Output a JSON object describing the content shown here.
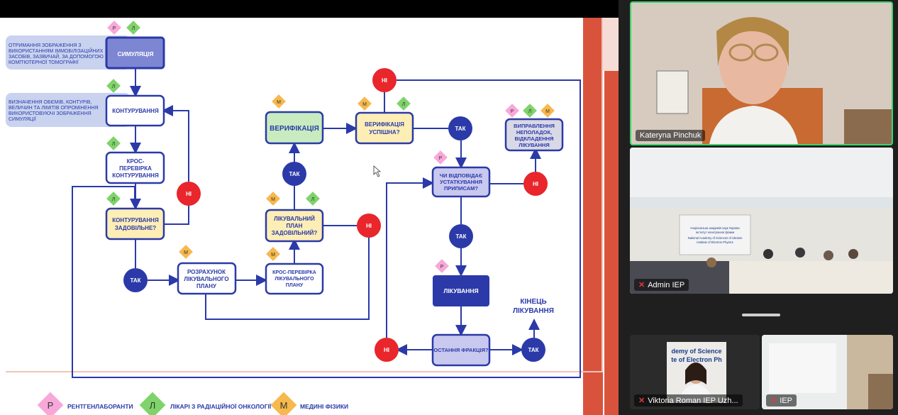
{
  "roles": {
    "p": "Р",
    "l": "Л",
    "m": "М"
  },
  "nodes": {
    "simulation": "СИМУЛЯЦІЯ",
    "sim_note": [
      "ОТРИМАННЯ ЗОБРАЖЕННЯ З",
      "ВИКОРИСТАННЯМ ІММОБІЛІЗАЦІЙНИХ",
      "ЗАСОБІВ, ЗАЗВИЧАЙ, ЗА ДОПОМОГОЮ",
      "КОМП'ЮТЕРНОЇ ТОМОГРАФІЇ"
    ],
    "contouring": "КОНТУРУВАННЯ",
    "contour_note": [
      "ВИЗНАЧЕННЯ ОБЄМІВ, КОНТУРІВ,",
      "ВЕЛИЧИН ТА ЛІМІТІВ ОПРОМІНЕННЯ",
      "ВИКОРИСТОВУЮЧІ ЗОБРАЖЕННЯ",
      "СИМУЛЯЦІЇ"
    ],
    "cross_contour": [
      "КРОС-",
      "ПЕРЕВІРКА",
      "КОНТУРУВАННЯ"
    ],
    "contour_ok": [
      "КОНТУРУВАННЯ",
      "ЗАДОВІЛЬНЕ?"
    ],
    "calc_plan": [
      "РОЗРАХУНОК",
      "ЛІКУВАЛЬНОГО",
      "ПЛАНУ"
    ],
    "cross_plan": [
      "КРОС-ПЕРЕВІРКА",
      "ЛІКУВАЛЬНОГО",
      "ПЛАНУ"
    ],
    "plan_ok": [
      "ЛІКУВАЛЬНИЙ",
      "ПЛАН",
      "ЗАДОВІЛЬНИЙ?"
    ],
    "verification": "ВЕРИФІКАЦІЯ",
    "verif_ok": [
      "ВЕРИФІКАЦІЯ",
      "УСПІШНА?"
    ],
    "fix": [
      "ВИПРАВЛЕННЯ",
      "НЕПОЛАДОК,",
      "ВІДКЛАДЕННЯ",
      "ЛІКУВАННЯ"
    ],
    "match": [
      "ЧИ ВІДПОВІДАЄ",
      "УСТАТКУВАННЯ",
      "ПРИПИСАМ?"
    ],
    "treatment": "ЛІКУВАННЯ",
    "last_fraction": "ОСТАННЯ ФРАКЦІЯ?",
    "end": [
      "КІНЕЦЬ",
      "ЛІКУВАННЯ"
    ],
    "yes": "ТАК",
    "no": "НІ"
  },
  "legend": [
    {
      "letter": "Р",
      "label": "РЕНТГЕНЛАБОРАНТИ",
      "color": "#f7a8d8"
    },
    {
      "letter": "Л",
      "label": "ЛІКАРІ З РАДІАЦІЙНОЇ ОНКОЛОГІЇ",
      "color": "#7fd36b"
    },
    {
      "letter": "М",
      "label": "МЕДИНІ ФІЗИКИ",
      "color": "#f7b84d"
    }
  ],
  "colors": {
    "navy": "#2b3aa8",
    "red": "#e8262b",
    "yellow": "#fdeeb6",
    "lavender": "#c9c8ef",
    "slide_accent": "#d9533c"
  },
  "participants": [
    {
      "name": "Kateryna Pinchuk",
      "muted": false,
      "active": true
    },
    {
      "name": "Admin IEP",
      "muted": true
    },
    {
      "name": "Viktoria Roman IEP Uzh...",
      "muted": true
    },
    {
      "name": "IEP",
      "muted": true
    }
  ],
  "room_banner": [
    "Національна академія наук України",
    "Інститут електронної фізики",
    "National Academy of Sciences of Ukraine",
    "Institute of Electron Physics"
  ],
  "tile_banner": [
    "demy of Science",
    "te of Electron Ph"
  ]
}
